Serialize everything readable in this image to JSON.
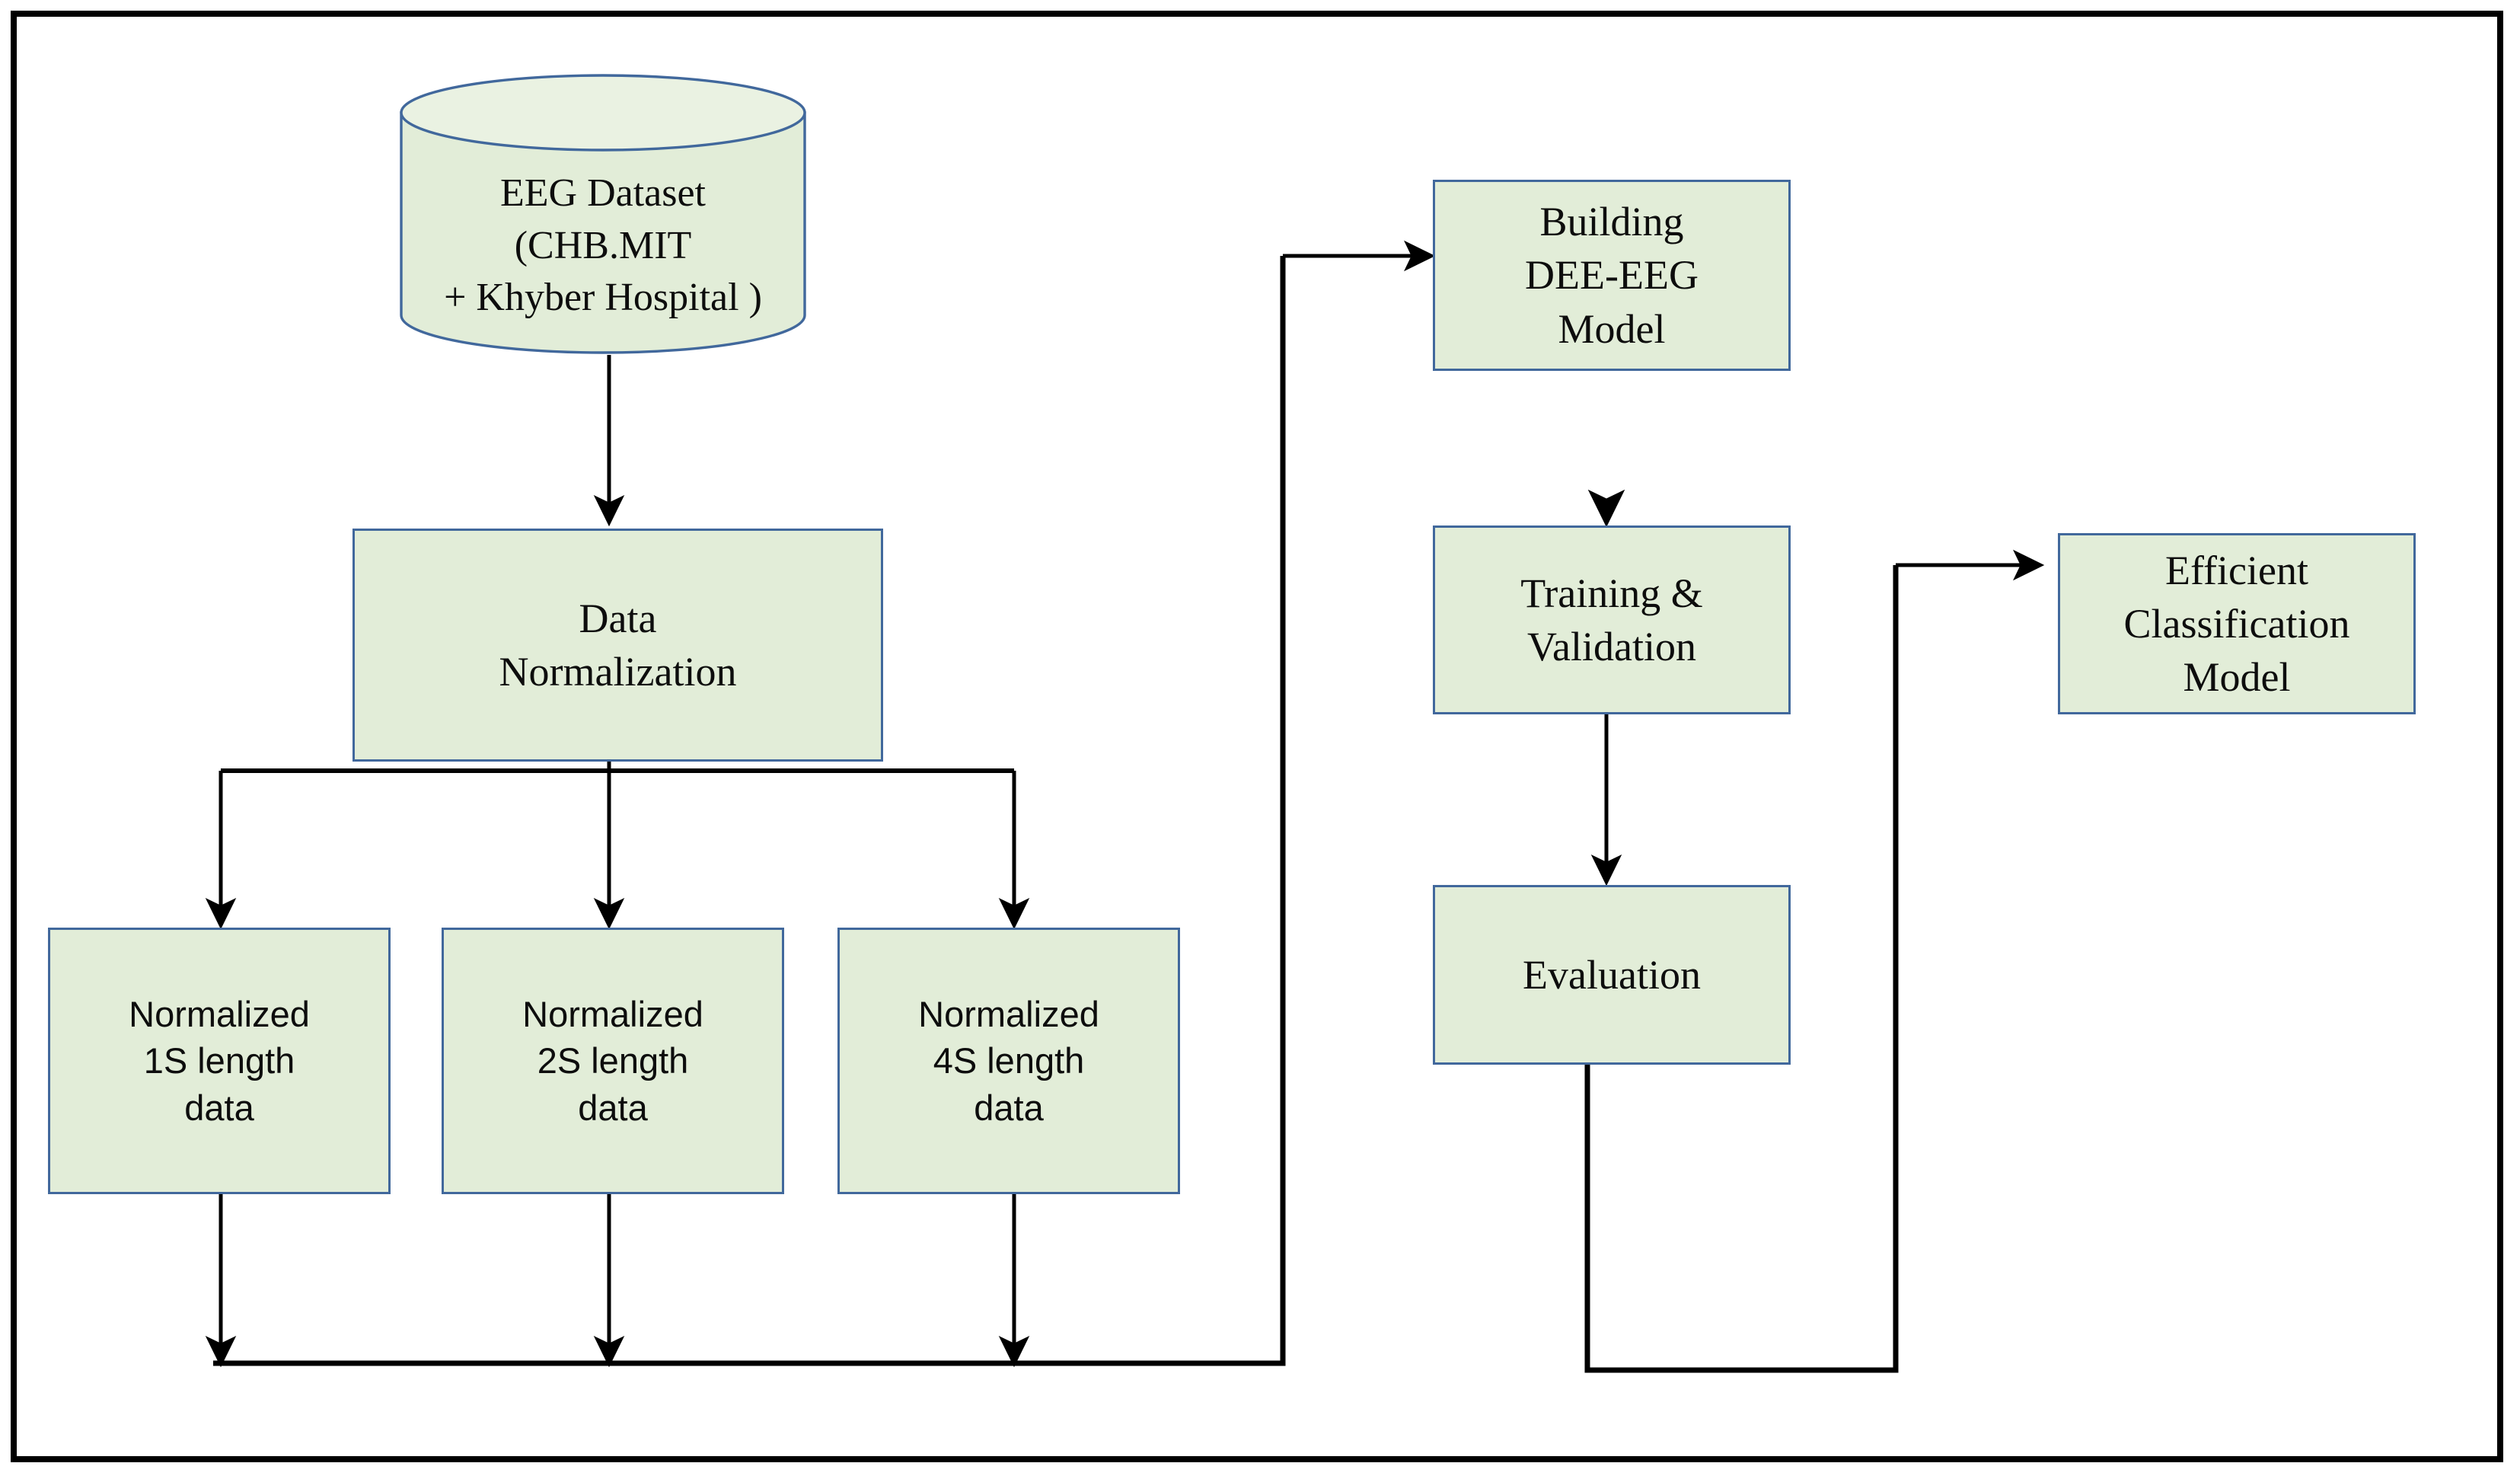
{
  "diagram": {
    "title": "EEG seizure classification pipeline flowchart",
    "colors": {
      "node_fill": "#e2edd8",
      "node_border": "#41689c",
      "edge": "#000000",
      "frame": "#000000",
      "background": "#ffffff",
      "text": "#0d0d0d"
    },
    "nodes": [
      {
        "id": "eeg-dataset",
        "shape": "cylinder",
        "label": "EEG Dataset\n(CHB.MIT\n+ Khyber Hospital )"
      },
      {
        "id": "data-normalization",
        "shape": "rectangle",
        "label": "Data\nNormalization"
      },
      {
        "id": "normalized-1s",
        "shape": "rectangle",
        "label": "Normalized\n1S length\ndata"
      },
      {
        "id": "normalized-2s",
        "shape": "rectangle",
        "label": "Normalized\n2S length\ndata"
      },
      {
        "id": "normalized-4s",
        "shape": "rectangle",
        "label": "Normalized\n4S length\ndata"
      },
      {
        "id": "building-model",
        "shape": "rectangle",
        "label": "Building\nDEE-EEG\nModel"
      },
      {
        "id": "training-validation",
        "shape": "rectangle",
        "label": "Training &\nValidation"
      },
      {
        "id": "evaluation",
        "shape": "rectangle",
        "label": "Evaluation"
      },
      {
        "id": "efficient-classification",
        "shape": "rectangle",
        "label": "Efficient\nClassification\nModel"
      }
    ],
    "edges": [
      {
        "from": "eeg-dataset",
        "to": "data-normalization",
        "type": "straight-down",
        "arrow": true
      },
      {
        "from": "data-normalization",
        "to": "normalized-1s",
        "type": "fan-out",
        "arrow": true
      },
      {
        "from": "data-normalization",
        "to": "normalized-2s",
        "type": "fan-out",
        "arrow": true
      },
      {
        "from": "data-normalization",
        "to": "normalized-4s",
        "type": "fan-out",
        "arrow": true
      },
      {
        "from": "normalized-1s",
        "to": "merge-bus",
        "type": "straight-down",
        "arrow": true
      },
      {
        "from": "normalized-2s",
        "to": "merge-bus",
        "type": "straight-down",
        "arrow": true
      },
      {
        "from": "normalized-4s",
        "to": "merge-bus",
        "type": "straight-down",
        "arrow": true
      },
      {
        "from": "merge-bus",
        "to": "building-model",
        "type": "elbow-up-right",
        "arrow": true
      },
      {
        "from": "building-model",
        "to": "training-validation",
        "type": "straight-down",
        "arrow": true
      },
      {
        "from": "training-validation",
        "to": "evaluation",
        "type": "straight-down",
        "arrow": true
      },
      {
        "from": "evaluation",
        "to": "efficient-classification",
        "type": "elbow-down-right-up",
        "arrow": true
      }
    ]
  }
}
